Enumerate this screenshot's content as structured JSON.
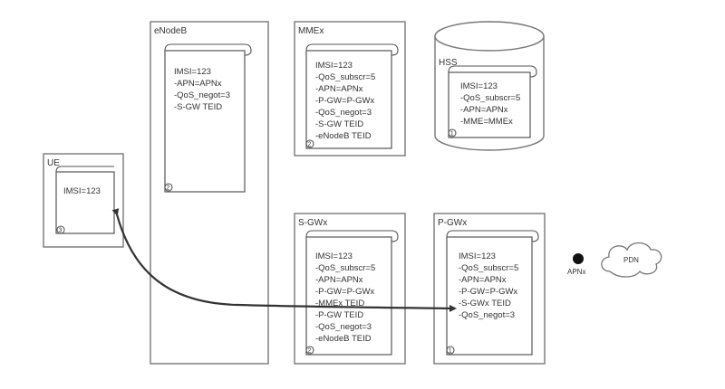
{
  "nodes": {
    "ue": {
      "title": "UE",
      "curl": "3",
      "entries": [
        "IMSI=123"
      ]
    },
    "enodeb": {
      "title": "eNodeB",
      "curl": "2",
      "entries": [
        "IMSI=123",
        "-APN=APNx",
        "-QoS_negot=3",
        "-S-GW TEID"
      ]
    },
    "mme": {
      "title": "MMEx",
      "curl": "2",
      "entries": [
        "IMSI=123",
        "-QoS_subscr=5",
        "-APN=APNx",
        "-P-GW=P-GWx",
        "-QoS_negot=3",
        "-S-GW TEID",
        "-eNodeB TEID"
      ]
    },
    "hss": {
      "title": "HSS",
      "curl": "1",
      "entries": [
        "IMSI=123",
        "-QoS_subscr=5",
        "-APN=APNx",
        "-MME=MMEx"
      ]
    },
    "sgw": {
      "title": "S-GWx",
      "curl": "2",
      "entries": [
        "IMSI=123",
        "-QoS_subscr=5",
        "-APN=APNx",
        "-P-GW=P-GWx",
        "-MMEx TEID",
        "-P-GW TEID",
        "-QoS_negot=3",
        "-eNodeB TEID"
      ]
    },
    "pgw": {
      "title": "P-GWx",
      "curl": "1",
      "entries": [
        "IMSI=123",
        "-QoS_subscr=5",
        "-APN=APNx",
        "-P-GW=P-GWx",
        "-S-GWx TEID",
        "-QoS_negot=3"
      ]
    }
  },
  "apn_label": "APNx",
  "pdn_label": "PDN"
}
